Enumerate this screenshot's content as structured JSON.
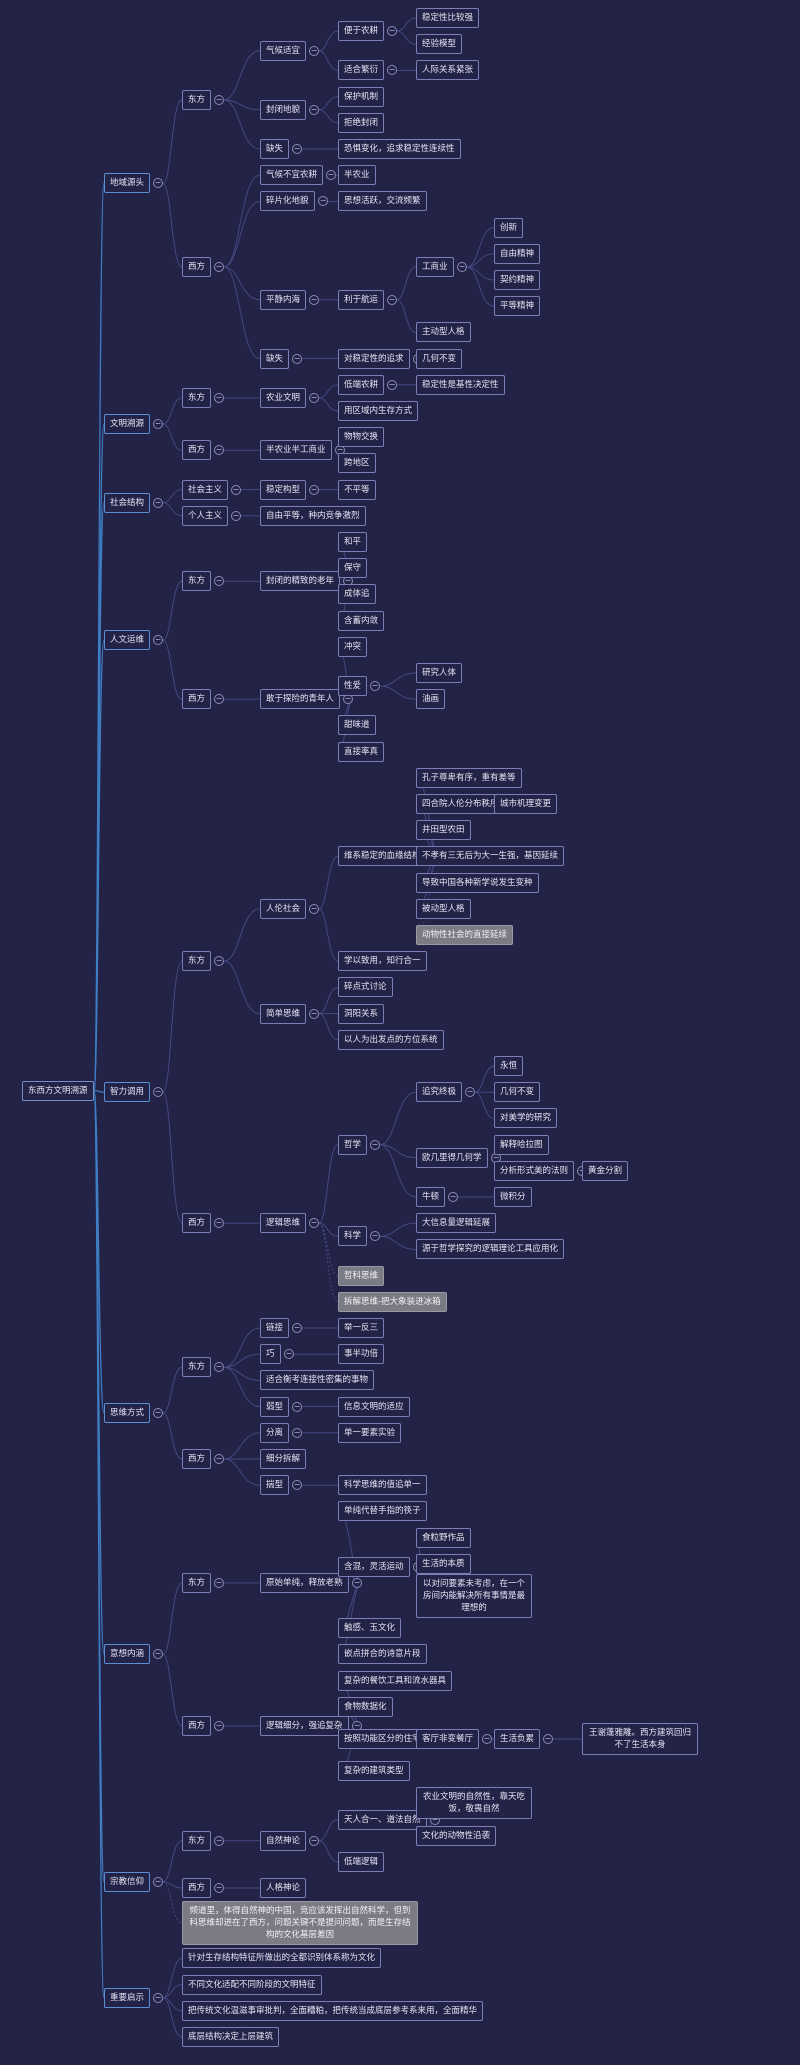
{
  "mindmap": {
    "root": {
      "text": "东西方文明溯源",
      "children": [
        {
          "text": "地域源头",
          "children": [
            {
              "text": "东方",
              "children": [
                {
                  "text": "气候适宜",
                  "children": [
                    {
                      "text": "便于农耕",
                      "children": [
                        {
                          "text": "稳定性比较强"
                        },
                        {
                          "text": "经验模型"
                        }
                      ]
                    },
                    {
                      "text": "适合繁衍",
                      "children": [
                        {
                          "text": "人际关系紧张"
                        }
                      ]
                    }
                  ]
                },
                {
                  "text": "封闭地貌",
                  "children": [
                    {
                      "text": "保护机制"
                    },
                    {
                      "text": "拒绝封闭"
                    }
                  ]
                },
                {
                  "text": "缺失",
                  "children": [
                    {
                      "text": "恐惧变化，追求稳定性连续性"
                    }
                  ]
                }
              ]
            },
            {
              "text": "西方",
              "children": [
                {
                  "text": "气候不宜农耕",
                  "children": [
                    {
                      "text": "半农业"
                    }
                  ]
                },
                {
                  "text": "碎片化地貌",
                  "children": [
                    {
                      "text": "思想活跃，交流频繁"
                    }
                  ]
                },
                {
                  "text": "平静内海",
                  "children": [
                    {
                      "text": "利于航运",
                      "children": [
                        {
                          "text": "工商业",
                          "children": [
                            {
                              "text": "创新"
                            },
                            {
                              "text": "自由精神"
                            },
                            {
                              "text": "契约精神"
                            },
                            {
                              "text": "平等精神"
                            }
                          ]
                        },
                        {
                          "text": "主动型人格"
                        }
                      ]
                    }
                  ]
                },
                {
                  "text": "缺失",
                  "children": [
                    {
                      "text": "对稳定性的追求",
                      "children": [
                        {
                          "text": "几何不变"
                        }
                      ]
                    }
                  ]
                }
              ]
            }
          ]
        },
        {
          "text": "文明溯源",
          "children": [
            {
              "text": "东方",
              "children": [
                {
                  "text": "农业文明",
                  "children": [
                    {
                      "text": "低端农耕",
                      "children": [
                        {
                          "text": "稳定性是基性决定性"
                        }
                      ]
                    },
                    {
                      "text": "用区域内生存方式"
                    }
                  ]
                }
              ]
            },
            {
              "text": "西方",
              "children": [
                {
                  "text": "半农业半工商业",
                  "children": [
                    {
                      "text": "物物交换"
                    },
                    {
                      "text": "跨地区"
                    }
                  ]
                }
              ]
            }
          ]
        },
        {
          "text": "社会结构",
          "children": [
            {
              "text": "社会主义",
              "children": [
                {
                  "text": "稳定构型",
                  "children": [
                    {
                      "text": "不平等"
                    }
                  ]
                }
              ]
            },
            {
              "text": "个人主义",
              "children": [
                {
                  "text": "自由平等，种内竞争激烈"
                }
              ]
            }
          ]
        },
        {
          "text": "人文运维",
          "children": [
            {
              "text": "东方",
              "children": [
                {
                  "text": "封闭的精致的老年",
                  "children": [
                    {
                      "text": "和平"
                    },
                    {
                      "text": "保守"
                    },
                    {
                      "text": "成体追"
                    },
                    {
                      "text": "含蓄内敛"
                    }
                  ]
                }
              ]
            },
            {
              "text": "西方",
              "children": [
                {
                  "text": "敢于探险的青年人",
                  "children": [
                    {
                      "text": "冲突"
                    },
                    {
                      "text": "性爱",
                      "children": [
                        {
                          "text": "研究人体"
                        },
                        {
                          "text": "油画"
                        }
                      ]
                    },
                    {
                      "text": "甜味道"
                    },
                    {
                      "text": "直接率真"
                    }
                  ]
                }
              ]
            }
          ]
        },
        {
          "text": "智力调用",
          "children": [
            {
              "text": "东方",
              "children": [
                {
                  "text": "人伦社会",
                  "children": [
                    {
                      "text": "维系稳定的血缘结构",
                      "children": [
                        {
                          "text": "孔子尊卑有序，重有差等"
                        },
                        {
                          "text": "四合院人伦分布秩序",
                          "children": [
                            {
                              "text": "城市机理变更"
                            }
                          ]
                        },
                        {
                          "text": "井田型农田"
                        },
                        {
                          "text": "不孝有三无后为大一生强，基因延续"
                        },
                        {
                          "text": "导致中国各种新学说发生变种"
                        },
                        {
                          "text": "被动型人格"
                        },
                        {
                          "text": "动物性社会的直接延续",
                          "style": "gray"
                        }
                      ]
                    },
                    {
                      "text": "学以致用，知行合一"
                    }
                  ]
                },
                {
                  "text": "简单思维",
                  "children": [
                    {
                      "text": "碎点式讨论"
                    },
                    {
                      "text": "洞阳关系"
                    },
                    {
                      "text": "以人为出发点的方位系统"
                    }
                  ]
                }
              ]
            },
            {
              "text": "西方",
              "children": [
                {
                  "text": "逻辑思维",
                  "children": [
                    {
                      "text": "哲学",
                      "children": [
                        {
                          "text": "追究终极",
                          "children": [
                            {
                              "text": "永恒"
                            },
                            {
                              "text": "几何不变"
                            },
                            {
                              "text": "对美学的研究"
                            }
                          ]
                        },
                        {
                          "text": "欧几里得几何学",
                          "children": [
                            {
                              "text": "解释哈拉图"
                            },
                            {
                              "text": "分析形式美的法则",
                              "children": [
                                {
                                  "text": "黄金分割"
                                }
                              ]
                            }
                          ]
                        },
                        {
                          "text": "牛顿",
                          "children": [
                            {
                              "text": "微积分"
                            }
                          ]
                        }
                      ]
                    },
                    {
                      "text": "科学",
                      "children": [
                        {
                          "text": "大信息量逻辑延展"
                        },
                        {
                          "text": "源于哲学探究的逻辑理论工具应用化"
                        }
                      ]
                    },
                    {
                      "text": "哲科思维",
                      "style": "gray"
                    },
                    {
                      "text": "拆解思维-把大象装进冰箱",
                      "style": "gray"
                    }
                  ]
                }
              ]
            }
          ]
        },
        {
          "text": "思维方式",
          "children": [
            {
              "text": "东方",
              "children": [
                {
                  "text": "链接",
                  "children": [
                    {
                      "text": "举一反三"
                    }
                  ]
                },
                {
                  "text": "巧",
                  "children": [
                    {
                      "text": "事半功倍"
                    }
                  ]
                },
                {
                  "text": "适合衡考连接性密集的事物"
                },
                {
                  "text": "弱型",
                  "children": [
                    {
                      "text": "信息文明的适应"
                    }
                  ]
                }
              ]
            },
            {
              "text": "西方",
              "children": [
                {
                  "text": "分离",
                  "children": [
                    {
                      "text": "单一要素实验"
                    }
                  ]
                },
                {
                  "text": "细分拆解"
                },
                {
                  "text": "揣型",
                  "children": [
                    {
                      "text": "科学思维的值追单一"
                    }
                  ]
                }
              ]
            }
          ]
        },
        {
          "text": "意想内涵",
          "children": [
            {
              "text": "东方",
              "children": [
                {
                  "text": "原始单纯，释放老熟",
                  "children": [
                    {
                      "text": "单纯代替手指的筷子"
                    },
                    {
                      "text": "含混，灵活运动",
                      "children": [
                        {
                          "text": "食粒野作品"
                        },
                        {
                          "text": "生活的本质"
                        },
                        {
                          "text": "以对问要素未考虑，在一个房间内能解决所有事情是最理想的"
                        }
                      ]
                    },
                    {
                      "text": "触感、玉文化"
                    },
                    {
                      "text": "嵌点拼合的诗意片段"
                    }
                  ]
                }
              ]
            },
            {
              "text": "西方",
              "children": [
                {
                  "text": "逻辑细分，强追复杂",
                  "children": [
                    {
                      "text": "复杂的餐饮工具和流水器具"
                    },
                    {
                      "text": "食物数据化"
                    },
                    {
                      "text": "按照功能区分的住宅空间",
                      "children": [
                        {
                          "text": "客厅非变餐厅",
                          "children": [
                            {
                              "text": "生活负累",
                              "children": [
                                {
                                  "text": "王谢蓬雅雕。西方建筑回归不了生活本身"
                                }
                              ]
                            }
                          ]
                        }
                      ]
                    },
                    {
                      "text": "复杂的建筑类型"
                    }
                  ]
                }
              ]
            }
          ]
        },
        {
          "text": "宗教信仰",
          "children": [
            {
              "text": "东方",
              "children": [
                {
                  "text": "自然神论",
                  "children": [
                    {
                      "text": "天人合一、道法自然",
                      "children": [
                        {
                          "text": "农业文明的自然性，靠天吃饭，敬畏自然"
                        },
                        {
                          "text": "文化的动物性沿袭"
                        }
                      ]
                    },
                    {
                      "text": "低端逻辑"
                    }
                  ]
                }
              ]
            },
            {
              "text": "西方",
              "children": [
                {
                  "text": "人格神论"
                }
              ]
            },
            {
              "text": "频道里，体得自然神的中国，竞应该发挥出自然科学，但到科思维却进在了西方，问题关键不是提问问题，而是生存结构的文化基层差因",
              "style": "gray"
            }
          ]
        },
        {
          "text": "重要启示",
          "children": [
            {
              "text": "针对生存结构特征所做出的全都识别体系称为文化"
            },
            {
              "text": "不同文化适配不同阶段的文明特征"
            },
            {
              "text": "把传统文化温滋事审批判，全面糟粕，把传统当成底层参考系来用，全面精华"
            },
            {
              "text": "底层结构决定上层建筑"
            }
          ]
        }
      ]
    }
  }
}
